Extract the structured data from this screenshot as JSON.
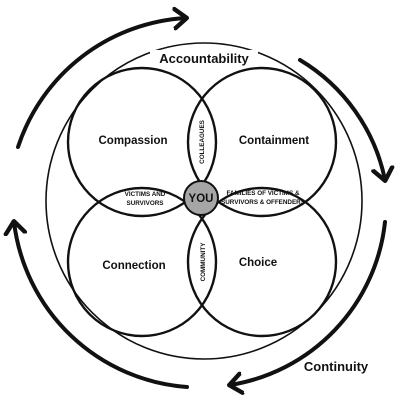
{
  "diagram": {
    "outer_top_label": "Accountability",
    "outer_bottom_label": "Continuity",
    "center_label": "YOU",
    "circles": {
      "top_left": "Compassion",
      "top_right": "Containment",
      "bottom_left": "Connection",
      "bottom_right": "Choice"
    },
    "overlaps": {
      "top": "COLLEAGUES",
      "bottom": "COMMUNITY",
      "left_line1": "VICTIMS AND",
      "left_line2": "SURVIVORS",
      "right_line1": "FAMILIES OF VICTIMS &",
      "right_line2": "SURVIVORS & OFFENDERS"
    },
    "colors": {
      "stroke": "#111111",
      "center_fill": "#a6a6a6"
    }
  }
}
